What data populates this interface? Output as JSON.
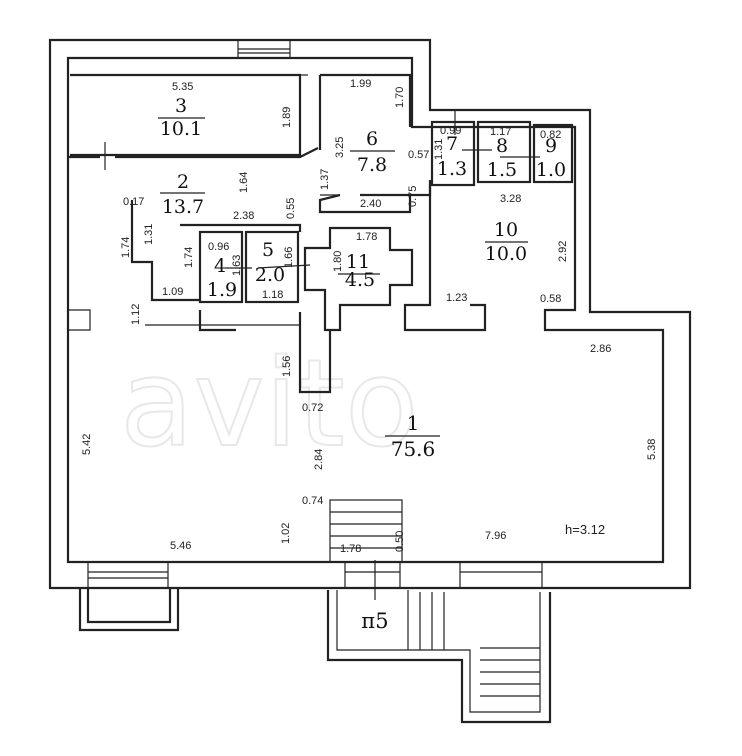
{
  "rooms": [
    {
      "id": "1",
      "area": "75.6"
    },
    {
      "id": "2",
      "area": "13.7"
    },
    {
      "id": "3",
      "area": "10.1"
    },
    {
      "id": "4",
      "area": "1.9"
    },
    {
      "id": "5",
      "area": "2.0"
    },
    {
      "id": "6",
      "area": "7.8"
    },
    {
      "id": "7",
      "area": "1.3"
    },
    {
      "id": "8",
      "area": "1.5"
    },
    {
      "id": "9",
      "area": "1.0"
    },
    {
      "id": "10",
      "area": "10.0"
    },
    {
      "id": "11",
      "area": "4.5"
    }
  ],
  "dimensions": {
    "d_5_35": "5.35",
    "d_1_89": "1.89",
    "d_1_99": "1.99",
    "d_1_70": "1.70",
    "d_3_25": "3.25",
    "d_1_37": "1.37",
    "d_0_99": "0.99",
    "d_1_17": "1.17",
    "d_0_82": "0.82",
    "d_0_57": "0.57",
    "d_1_31a": "1.31",
    "d_0_75": "0.75",
    "d_3_28": "3.28",
    "d_1_64": "1.64",
    "d_0_17": "0.17",
    "d_2_38": "2.38",
    "d_0_55": "0.55",
    "d_2_40": "2.40",
    "d_1_31b": "1.31",
    "d_1_74a": "1.74",
    "d_1_74b": "1.74",
    "d_0_96": "0.96",
    "d_1_63": "1.63",
    "d_1_66": "1.66",
    "d_1_78a": "1.78",
    "d_1_80": "1.80",
    "d_2_92": "2.92",
    "d_1_09": "1.09",
    "d_1_18": "1.18",
    "d_1_23": "1.23",
    "d_0_58": "0.58",
    "d_1_12": "1.12",
    "d_2_86": "2.86",
    "d_1_56": "1.56",
    "d_0_72": "0.72",
    "d_5_42": "5.42",
    "d_2_84": "2.84",
    "d_5_38": "5.38",
    "d_0_74": "0.74",
    "d_1_02": "1.02",
    "d_0_50": "0.50",
    "d_5_46": "5.46",
    "d_7_96": "7.96",
    "d_1_78b": "1.78"
  },
  "ceiling_height": "h=3.12",
  "porch_label": "п5",
  "watermark": "avito"
}
